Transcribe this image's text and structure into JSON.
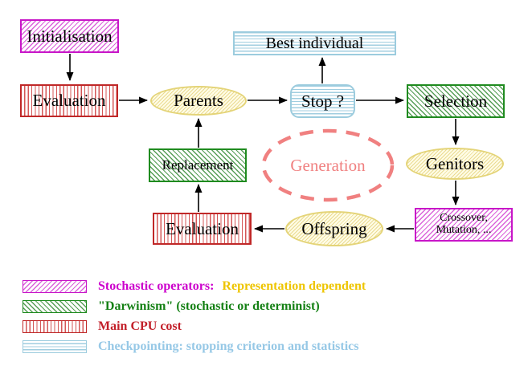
{
  "diagram": {
    "nodes": {
      "initialisation": {
        "label": "Initialisation"
      },
      "evaluation_top": {
        "label": "Evaluation"
      },
      "parents": {
        "label": "Parents"
      },
      "best_individual": {
        "label": "Best individual"
      },
      "stop": {
        "label": "Stop ?"
      },
      "selection": {
        "label": "Selection"
      },
      "genitors": {
        "label": "Genitors"
      },
      "crossover_mutation": {
        "lines": [
          "Crossover,",
          "Mutation, ..."
        ]
      },
      "offspring": {
        "label": "Offspring"
      },
      "evaluation_bottom": {
        "label": "Evaluation"
      },
      "replacement": {
        "label": "Replacement"
      },
      "generation_cycle": {
        "label": "Generation"
      }
    },
    "colors": {
      "stochastic_magenta": "#C816C8",
      "darwinism_green": "#1F8B1F",
      "cpu_red": "#C02828",
      "checkpoint_cyan": "#9CCCDE",
      "population_yellow": "#E4D478",
      "generation_coral": "#F08080",
      "legend_gold_text": "#EEC500",
      "arrow_black": "#000000"
    }
  },
  "legend": {
    "items": [
      {
        "swatch": "magenta-diagonal-hatch",
        "label": "Stochastic operators:",
        "label2": "Representation dependent"
      },
      {
        "swatch": "green-diagonal-hatch",
        "label": "\"Darwinism\" (stochastic or determinist)",
        "label2": ""
      },
      {
        "swatch": "red-vertical-stripes",
        "label": "Main CPU cost",
        "label2": ""
      },
      {
        "swatch": "cyan-horizontal-stripes",
        "label": "Checkpointing: stopping criterion and statistics",
        "label2": ""
      }
    ]
  }
}
